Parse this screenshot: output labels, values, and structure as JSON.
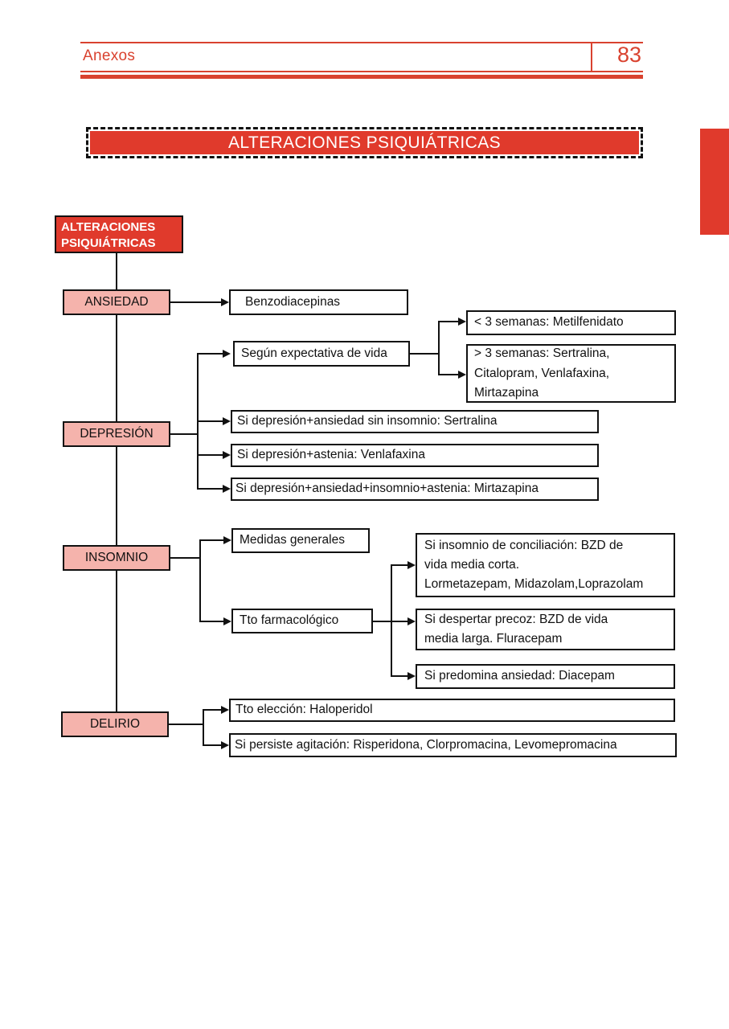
{
  "page": {
    "section_label": "Anexos",
    "page_number": "83"
  },
  "banner": {
    "title": "ALTERACIONES PSIQUIÁTRICAS"
  },
  "colors": {
    "accent_red": "#e03a2c",
    "category_pink": "#f5b3ac",
    "line_black": "#111111"
  },
  "flowchart": {
    "root_label": "ALTERACIONES\nPSIQUIÁTRICAS",
    "ansiedad": {
      "label": "ANSIEDAD",
      "benzodiacepinas": "Benzodiacepinas"
    },
    "depresion": {
      "label": "DEPRESIÓN",
      "segun_expectativa": "Según expectativa de vida",
      "menos_3_semanas": "< 3 semanas: Metilfenidato",
      "mas_3_semanas": "> 3 semanas: Sertralina,\nCitalopram, Venlafaxina,\nMirtazapina",
      "ansiedad_sin_insomnio": "Si depresión+ansiedad sin insomnio: Sertralina",
      "astenia": "Si depresión+astenia: Venlafaxina",
      "combinada": "Si depresión+ansiedad+insomnio+astenia: Mirtazapina"
    },
    "insomnio": {
      "label": "INSOMNIO",
      "medidas_generales": "Medidas generales",
      "tto_farmacologico": "Tto farmacológico",
      "conciliacion": "Si insomnio de conciliación: BZD de\nvida media corta.\nLormetazepam, Midazolam,Loprazolam",
      "despertar_precoz": "Si despertar precoz: BZD de vida\nmedia larga. Fluracepam",
      "predomina_ansiedad": "Si predomina ansiedad: Diacepam"
    },
    "delirio": {
      "label": "DELIRIO",
      "tto_eleccion": "Tto elección: Haloperidol",
      "persiste_agitacion": "Si persiste agitación: Risperidona, Clorpromacina, Levomepromacina"
    }
  }
}
